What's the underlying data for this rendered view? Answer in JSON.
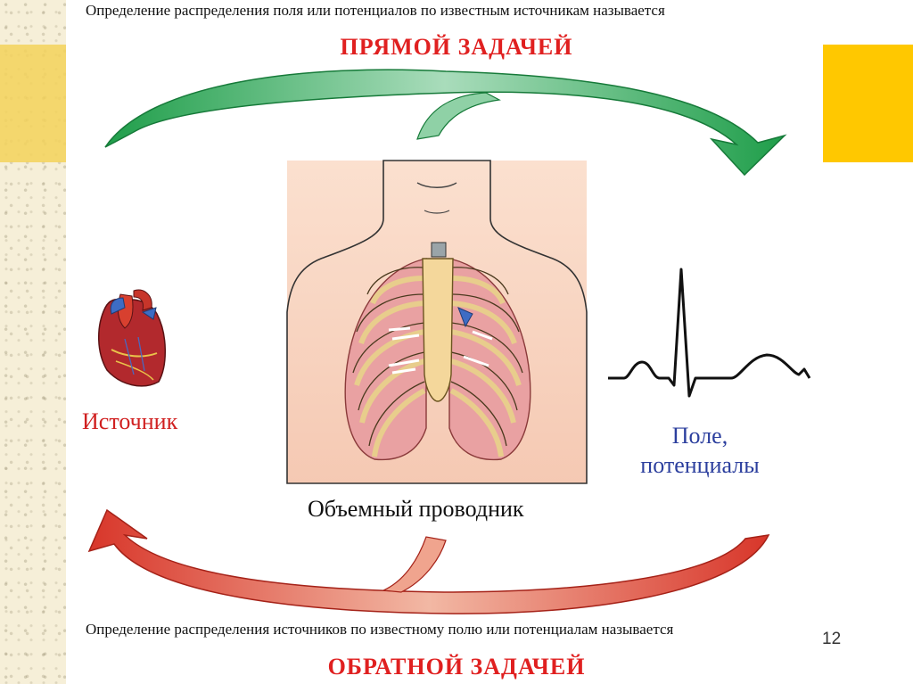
{
  "top": {
    "definition": "Определение распределения поля или потенциалов по известным источникам называется",
    "title": "ПРЯМОЙ ЗАДАЧЕЙ"
  },
  "bottom": {
    "definition": "Определение распределения источников по известному полю или потенциалам называется",
    "title": "ОБРАТНОЙ ЗАДАЧЕЙ"
  },
  "labels": {
    "source": "Источник",
    "field_line1": "Поле,",
    "field_line2": "потенциалы",
    "conductor": "Объемный проводник"
  },
  "page_number": "12",
  "colors": {
    "title_red": "#e02020",
    "field_blue": "#2c3f9e",
    "arrow_green": "#1f9e4a",
    "arrow_red": "#d8362a",
    "gold_accent": "#ffc800"
  },
  "icons": {
    "heart": "heart-icon",
    "torso": "torso-chest-icon",
    "ecg": "ecg-waveform-icon"
  }
}
